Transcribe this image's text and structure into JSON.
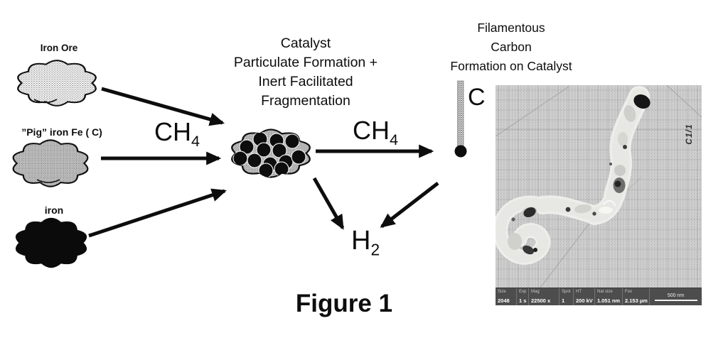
{
  "figure_caption": "Figure 1",
  "inputs": {
    "iron_ore_label": "Iron Ore",
    "pig_iron_label": "”Pig” iron Fe ( C)",
    "iron_label": "iron"
  },
  "reaction": {
    "catalyst_caption": [
      "Catalyst",
      "Particulate Formation +",
      "Inert Facilitated",
      "Fragmentation"
    ],
    "ch4": {
      "base": "CH",
      "sub": "4"
    },
    "h2": {
      "base": "H",
      "sub": "2"
    }
  },
  "product": {
    "caption": [
      "Filamentous",
      "Carbon",
      "Formation on Catalyst"
    ],
    "carbon_label": "C"
  },
  "tem_micrograph": {
    "side_label": "C1/1",
    "info_bar": {
      "columns": [
        {
          "header": "Size",
          "value": "2048"
        },
        {
          "header": "Exp",
          "value": "1 s"
        },
        {
          "header": "Mag",
          "value": "22500 x"
        },
        {
          "header": "Spot",
          "value": "1"
        },
        {
          "header": "HT",
          "value": "200 kV"
        },
        {
          "header": "Nat size",
          "value": "1.051 nm"
        },
        {
          "header": "Fov",
          "value": "2.153 µm"
        }
      ],
      "scale_label": "500 nm"
    }
  },
  "colors": {
    "ink": "#0d0d0d",
    "tem_bar_bg": "#4d4d4d"
  }
}
